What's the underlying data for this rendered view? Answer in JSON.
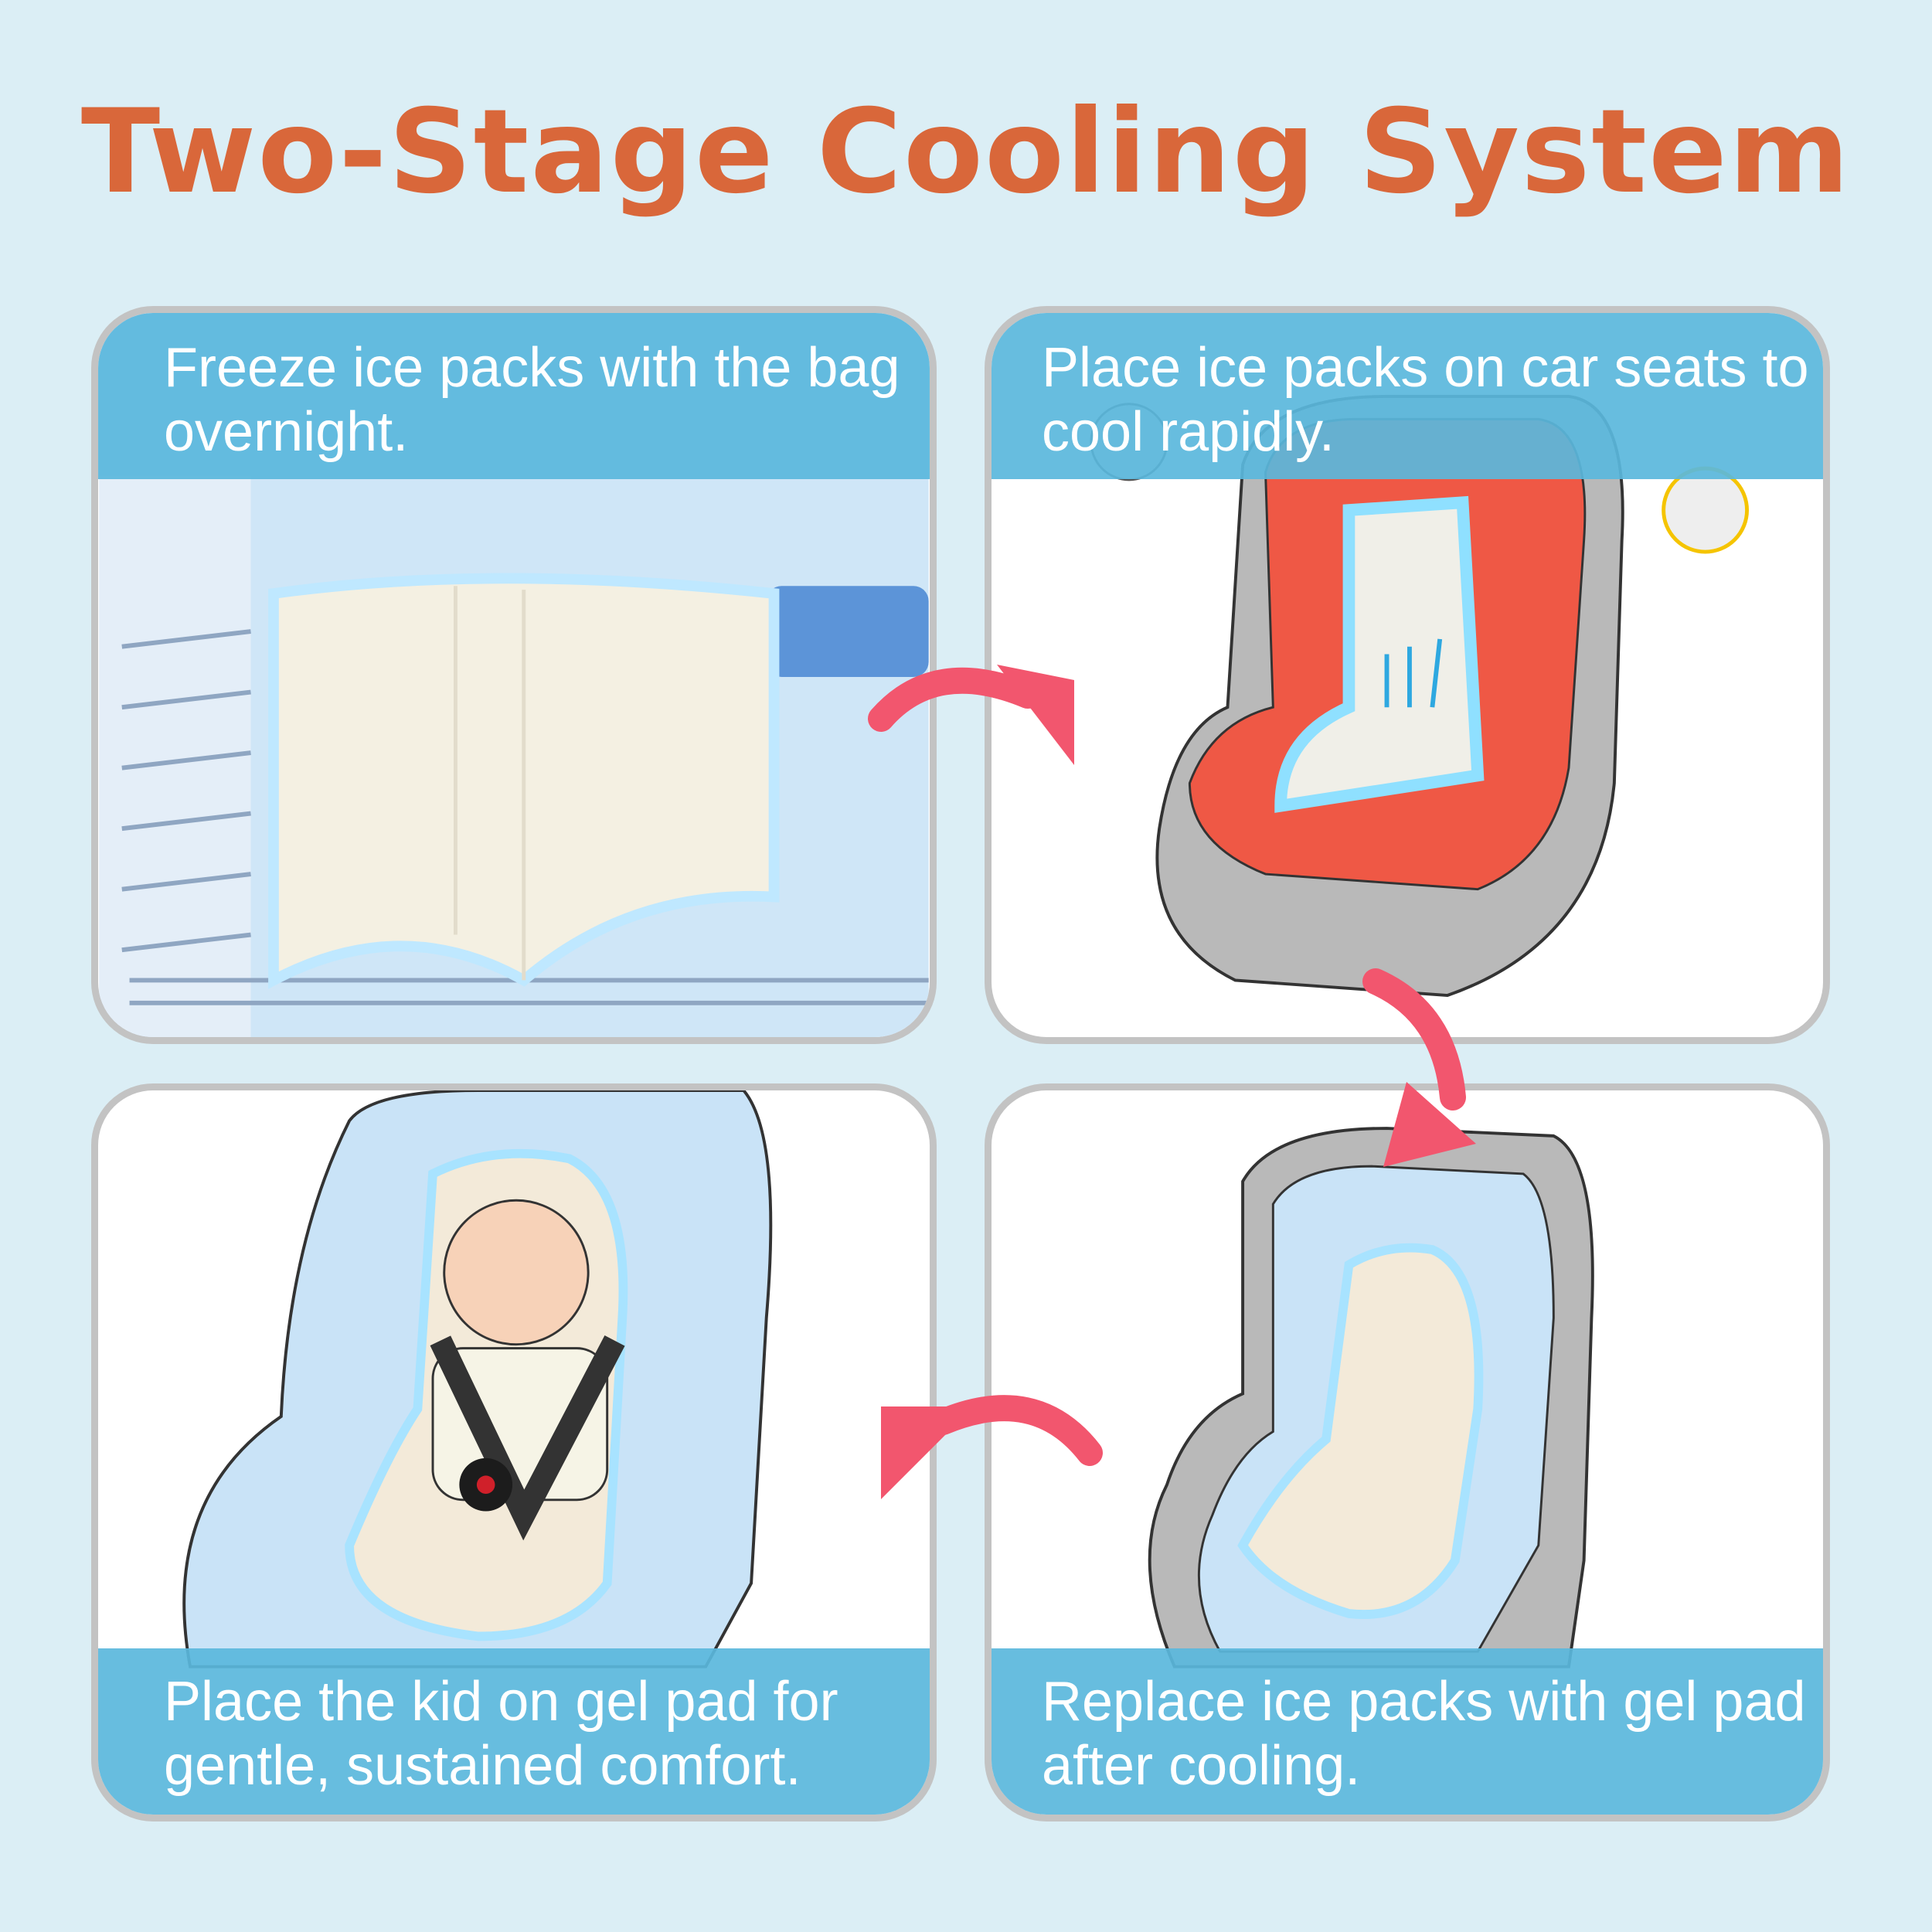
{
  "title": "Two-Stage Cooling System",
  "steps": [
    {
      "caption": "Freeze ice packs with the bag overnight."
    },
    {
      "caption": "Place ice packs on car seats to cool rapidly."
    },
    {
      "caption": "Replace ice packs with gel pad after cooling."
    },
    {
      "caption": "Place the kid on gel pad for gentle, sustained comfort."
    }
  ],
  "colors": {
    "title": "#d9673a",
    "band": "#5ab7dc",
    "arrow": "#f2566e",
    "background": "#dbeef5"
  }
}
